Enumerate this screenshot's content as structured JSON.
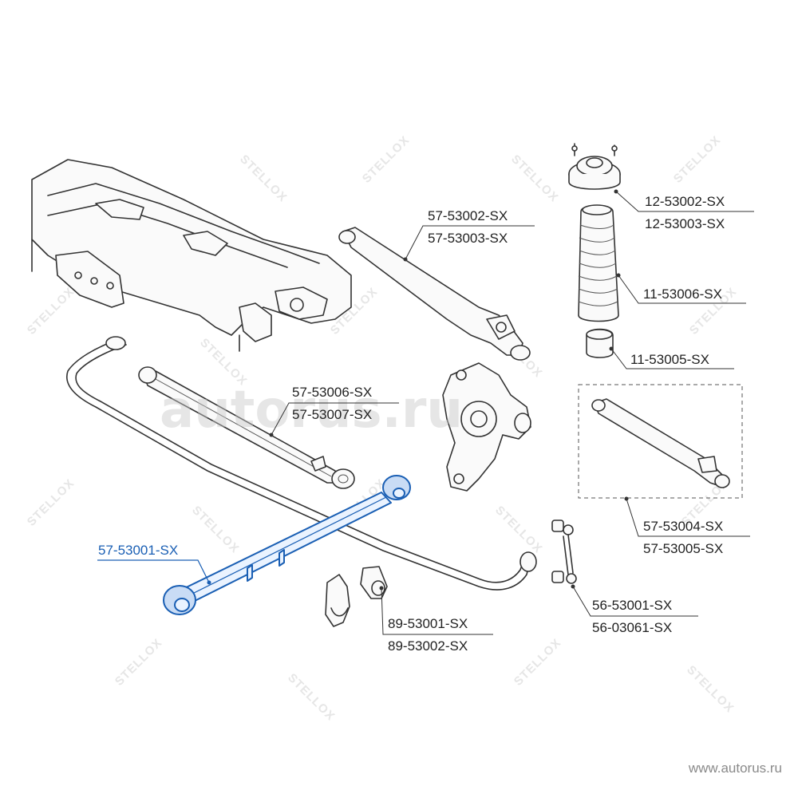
{
  "watermark": {
    "brand": "STELLOX",
    "site_overlay": "autorus.ru"
  },
  "footer": {
    "site": "www.autorus.ru"
  },
  "callouts": [
    {
      "id": "c1",
      "parts": [
        "57-53002-SX",
        "57-53003-SX"
      ]
    },
    {
      "id": "c2",
      "parts": [
        "12-53002-SX",
        "12-53003-SX"
      ]
    },
    {
      "id": "c3",
      "parts": [
        "11-53006-SX"
      ]
    },
    {
      "id": "c4",
      "parts": [
        "11-53005-SX"
      ]
    },
    {
      "id": "c5",
      "parts": [
        "57-53006-SX",
        "57-53007-SX"
      ]
    },
    {
      "id": "c6",
      "parts": [
        "57-53004-SX",
        "57-53005-SX"
      ]
    },
    {
      "id": "c7",
      "parts": [
        "57-53001-SX"
      ],
      "highlighted": true
    },
    {
      "id": "c8",
      "parts": [
        "89-53001-SX",
        "89-53002-SX"
      ]
    },
    {
      "id": "c9",
      "parts": [
        "56-53001-SX",
        "56-03061-SX"
      ]
    }
  ],
  "colors": {
    "highlight": "#1a5fb4",
    "line": "#333333",
    "watermark": "#e6e6e6"
  }
}
